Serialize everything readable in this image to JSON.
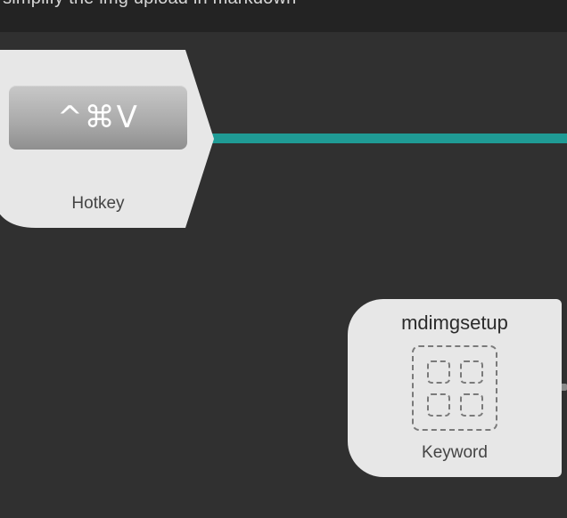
{
  "header": {
    "description": "o simplify the img upload in markdown"
  },
  "hotkey_node": {
    "keys": "^⌘V",
    "label": "Hotkey"
  },
  "keyword_node": {
    "keyword": "mdimgsetup",
    "label": "Keyword",
    "icon": "keyword-grid-icon"
  },
  "colors": {
    "canvas": "#303030",
    "node": "#e7e7e7",
    "connection": "#1f9b95"
  }
}
